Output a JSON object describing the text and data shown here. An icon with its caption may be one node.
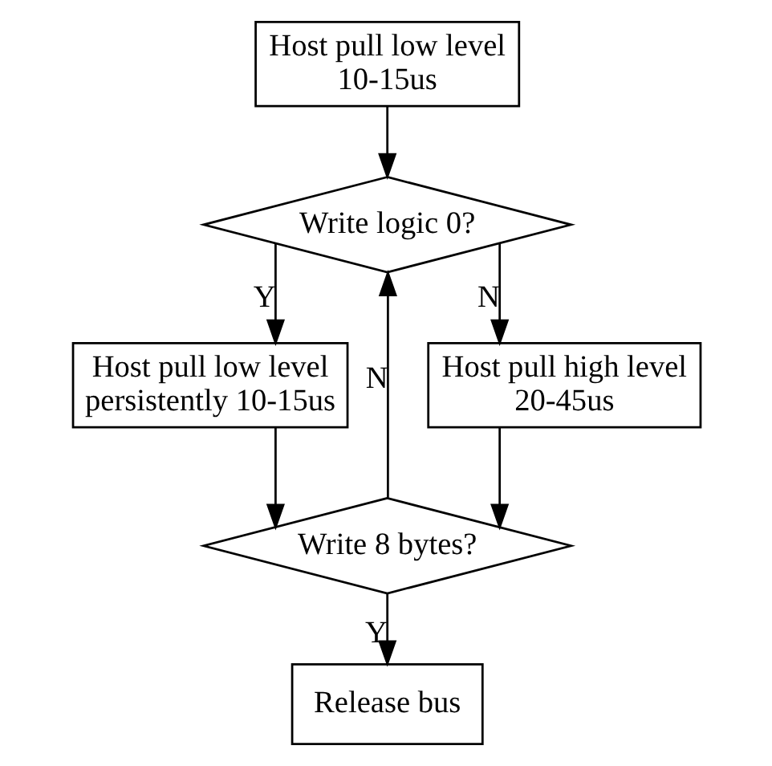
{
  "diagram": {
    "nodes": [
      {
        "text": [
          "Host pull low level 10-15us"
        ]
      },
      {
        "text": [
          "Write logic 0?"
        ]
      },
      {
        "text": [
          "Host pull low level persistently 10-15us"
        ]
      },
      {
        "text": [
          "Host pull high level 20-45us"
        ]
      },
      {
        "text": [
          "Write 8 bytes?"
        ]
      },
      {
        "text": [
          "Release bus"
        ]
      }
    ],
    "edges": [
      {
        "from": 0,
        "to": 1,
        "arrow": "to"
      },
      {
        "from": 1,
        "to": 2,
        "arrow": "to",
        "label": "Y"
      },
      {
        "from": 1,
        "to": 3,
        "arrow": "to",
        "label": "N"
      },
      {
        "from": 2,
        "to": 4,
        "arrow": "to"
      },
      {
        "from": 3,
        "to": 4,
        "arrow": "to"
      },
      {
        "from": 4,
        "to": 1,
        "arrow": "to",
        "label": "N"
      },
      {
        "from": 4,
        "to": 5,
        "arrow": "to",
        "label": "Y"
      }
    ]
  }
}
